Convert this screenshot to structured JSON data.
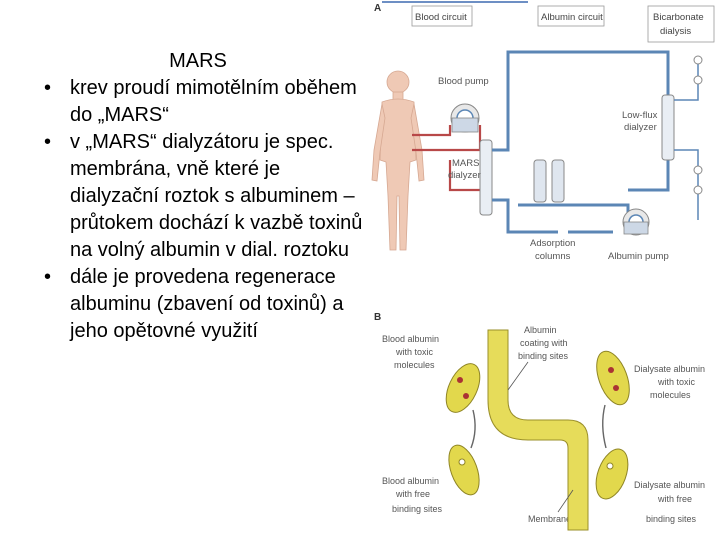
{
  "slide": {
    "title": "MARS",
    "bullets": [
      {
        "symbol": "•",
        "text": "krev proudí mimotělním oběhem do „MARS“"
      },
      {
        "symbol": "•",
        "text": "v „MARS“ dialyzátoru je spec. membrána, vně které je dialyzační roztok s albuminem – průtokem dochází k vazbě toxinů na volný albumin v dial. roztoku"
      },
      {
        "symbol": "•",
        "text": "dále je provedena regenerace albuminu (zbavení od toxinů) a jeho opětovné využití"
      }
    ]
  },
  "figure": {
    "panel_a": {
      "letter": "A",
      "tabs": [
        "Blood circuit",
        "Albumin circuit",
        "Bicarbonate",
        "dialysis"
      ],
      "labels": {
        "blood_pump": "Blood pump",
        "mars_dialyzer_1": "MARS",
        "mars_dialyzer_2": "dialyzer",
        "low_flux_1": "Low-flux",
        "low_flux_2": "dialyzer",
        "adsorption_1": "Adsorption",
        "adsorption_2": "columns",
        "albumin_pump": "Albumin pump"
      }
    },
    "panel_b": {
      "letter": "B",
      "labels": {
        "blood_toxic_1": "Blood albumin",
        "blood_toxic_2": "with toxic",
        "blood_toxic_3": "molecules",
        "coating_1": "Albumin",
        "coating_2": "coating with",
        "coating_3": "binding sites",
        "dialysate_toxic_1": "Dialysate albumin",
        "dialysate_toxic_2": "with toxic",
        "dialysate_toxic_3": "molecules",
        "blood_free_1": "Blood albumin",
        "blood_free_2": "with free",
        "blood_free_3": "binding sites",
        "membrane": "Membrane",
        "dialysate_free_1": "Dialysate albumin",
        "dialysate_free_2": "with free",
        "dialysate_free_3": "binding sites"
      }
    },
    "colors": {
      "circuit_blue": "#5b86b5",
      "blood_red": "#b84848",
      "albumin_yellow": "#e2d84c",
      "body_skin": "#efc9b5"
    }
  }
}
